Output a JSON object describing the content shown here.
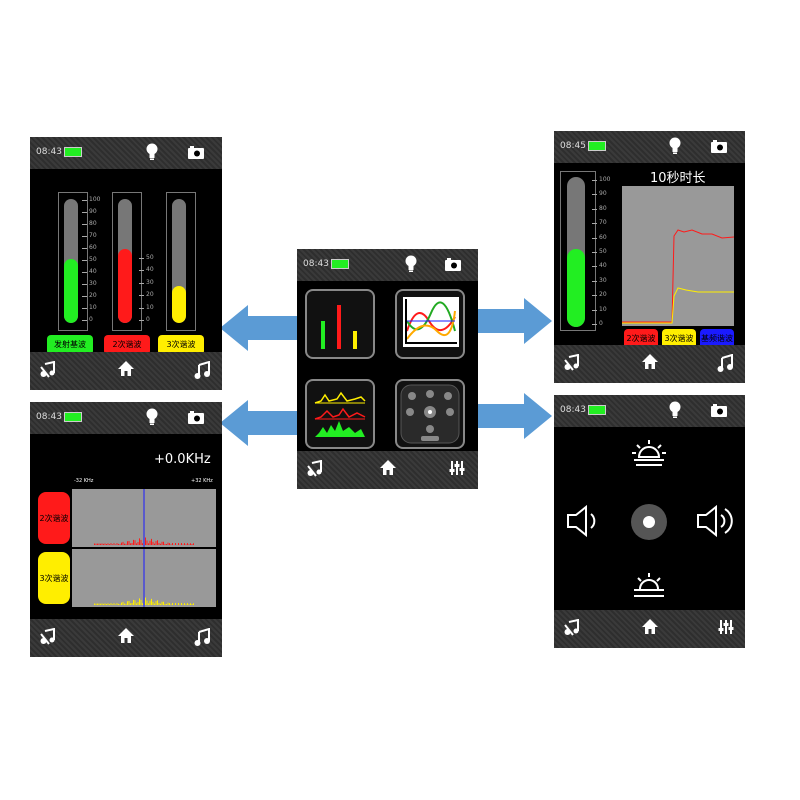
{
  "screens": {
    "center": {
      "time": "08:43"
    },
    "top_left": {
      "time": "08:43",
      "scale_main": [
        "100",
        "90",
        "80",
        "70",
        "60",
        "50",
        "40",
        "30",
        "20",
        "10",
        "0"
      ],
      "scale_small": [
        "50",
        "40",
        "30",
        "20",
        "10",
        "0"
      ],
      "buttons": [
        "发射基波",
        "2次谐波",
        "3次谐波"
      ],
      "levels": {
        "fundamental": 0.52,
        "second": 0.6,
        "third": 0.3
      }
    },
    "bottom_left": {
      "time": "08:43",
      "frequency": "+0.0KHz",
      "range_left": "-32 KHz",
      "range_right": "+32 KHz",
      "buttons": [
        "2次谐波",
        "3次谐波"
      ]
    },
    "top_right": {
      "time": "08:45",
      "title": "10秒时长",
      "scale": [
        "100",
        "90",
        "80",
        "70",
        "60",
        "50",
        "40",
        "30",
        "20",
        "10",
        "0"
      ],
      "buttons": [
        "2次谐波",
        "3次谐波",
        "基频谐波"
      ],
      "level": 0.52
    },
    "bottom_right": {
      "time": "08:43"
    }
  },
  "colors": {
    "green": "#22ee22",
    "red": "#ff1a1a",
    "yellow": "#ffee00",
    "blue": "#1a1aff",
    "arrow": "#5b9bd5"
  }
}
